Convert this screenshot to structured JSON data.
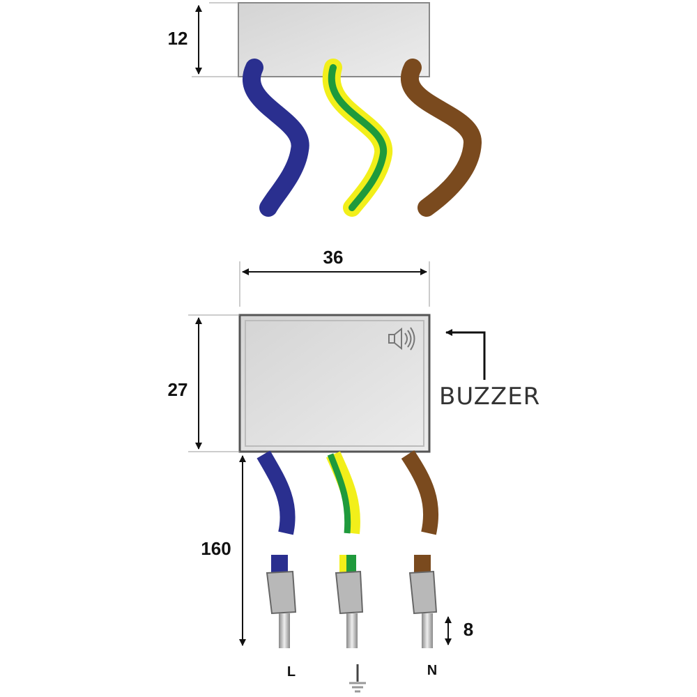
{
  "dimensions": {
    "height_top": "12",
    "width": "36",
    "height_body": "27",
    "cable_length": "160",
    "strip_length": "8"
  },
  "callout": {
    "label": "BUZZER"
  },
  "terminals": {
    "live": "L",
    "neutral": "N",
    "earth_icon": "ground-symbol"
  },
  "colors": {
    "live": "#2a2f8f",
    "earth_green": "#1f9a3c",
    "earth_yellow": "#f2ef1a",
    "neutral": "#7a4a1e",
    "housing": "#e2e2e2"
  }
}
